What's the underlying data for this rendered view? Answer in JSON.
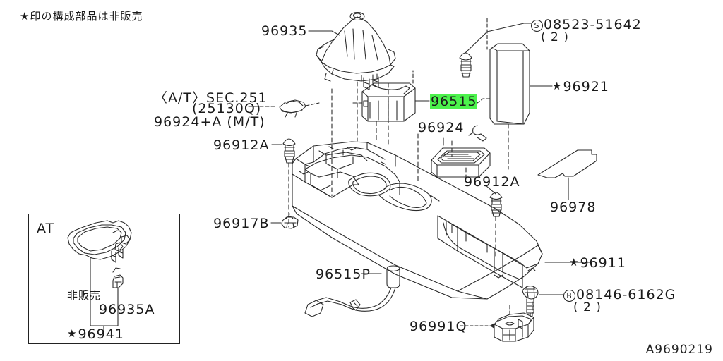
{
  "diagram": {
    "note_top_left": "★印の構成部品は非販売",
    "drawing_code": "A9690219",
    "inset": {
      "title": "AT",
      "labels": {
        "non_sale": "非販売",
        "clip": "96935A",
        "assembly": "96941",
        "assembly_star": "★"
      }
    },
    "callouts": [
      {
        "id": "c96935",
        "text": "96935",
        "star": ""
      },
      {
        "id": "c_at_sec",
        "text": "〈A/T〉SEC.251",
        "star": ""
      },
      {
        "id": "c_25130q",
        "text": "(25130Q)",
        "star": ""
      },
      {
        "id": "c96924a",
        "text": "96924+A (M/T)",
        "star": ""
      },
      {
        "id": "c96912a1",
        "text": "96912A",
        "star": ""
      },
      {
        "id": "c96917b",
        "text": "96917B",
        "star": ""
      },
      {
        "id": "c96515",
        "text": "96515",
        "star": "",
        "highlight": true
      },
      {
        "id": "c96924",
        "text": "96924",
        "star": ""
      },
      {
        "id": "c96912a2",
        "text": "96912A",
        "star": ""
      },
      {
        "id": "c96921",
        "text": "96921",
        "star": "★"
      },
      {
        "id": "c96978",
        "text": "96978",
        "star": ""
      },
      {
        "id": "c96911",
        "text": "96911",
        "star": "★"
      },
      {
        "id": "c96515p",
        "text": "96515P",
        "star": ""
      },
      {
        "id": "c96991q",
        "text": "96991Q",
        "star": ""
      }
    ],
    "fasteners": [
      {
        "id": "f_s",
        "symbol": "S",
        "number": "08523-51642",
        "qty": "( 2 )"
      },
      {
        "id": "f_b",
        "symbol": "B",
        "number": "08146-6162G",
        "qty": "( 2 )"
      }
    ],
    "colors": {
      "line": "#2a2a2a",
      "highlight": "#4cf24c",
      "background": "#ffffff"
    }
  }
}
